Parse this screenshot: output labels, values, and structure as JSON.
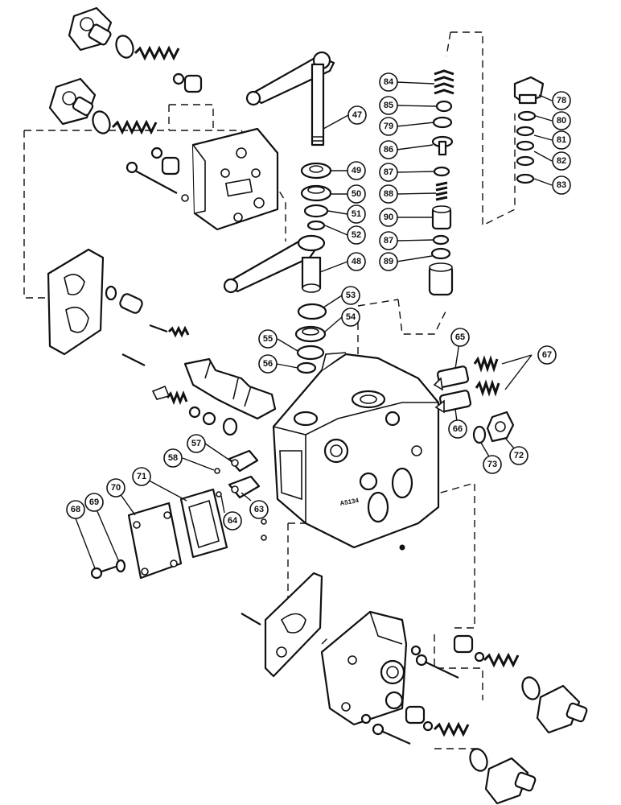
{
  "diagram": {
    "callouts": [
      {
        "id": "c47",
        "label": "47"
      },
      {
        "id": "c48",
        "label": "48"
      },
      {
        "id": "c49",
        "label": "49"
      },
      {
        "id": "c50",
        "label": "50"
      },
      {
        "id": "c51",
        "label": "51"
      },
      {
        "id": "c52",
        "label": "52"
      },
      {
        "id": "c53",
        "label": "53"
      },
      {
        "id": "c54",
        "label": "54"
      },
      {
        "id": "c55",
        "label": "55"
      },
      {
        "id": "c56",
        "label": "56"
      },
      {
        "id": "c57",
        "label": "57"
      },
      {
        "id": "c58",
        "label": "58"
      },
      {
        "id": "c63",
        "label": "63"
      },
      {
        "id": "c64",
        "label": "64"
      },
      {
        "id": "c65",
        "label": "65"
      },
      {
        "id": "c66",
        "label": "66"
      },
      {
        "id": "c67",
        "label": "67"
      },
      {
        "id": "c68",
        "label": "68"
      },
      {
        "id": "c69",
        "label": "69"
      },
      {
        "id": "c70",
        "label": "70"
      },
      {
        "id": "c71",
        "label": "71"
      },
      {
        "id": "c72",
        "label": "72"
      },
      {
        "id": "c73",
        "label": "73"
      },
      {
        "id": "c78",
        "label": "78"
      },
      {
        "id": "c79",
        "label": "79"
      },
      {
        "id": "c80",
        "label": "80"
      },
      {
        "id": "c81",
        "label": "81"
      },
      {
        "id": "c82",
        "label": "82"
      },
      {
        "id": "c83",
        "label": "83"
      },
      {
        "id": "c84",
        "label": "84"
      },
      {
        "id": "c85",
        "label": "85"
      },
      {
        "id": "c86",
        "label": "86"
      },
      {
        "id": "c87a",
        "label": "87"
      },
      {
        "id": "c87b",
        "label": "87"
      },
      {
        "id": "c88",
        "label": "88"
      },
      {
        "id": "c89",
        "label": "89"
      },
      {
        "id": "c90",
        "label": "90"
      }
    ]
  }
}
